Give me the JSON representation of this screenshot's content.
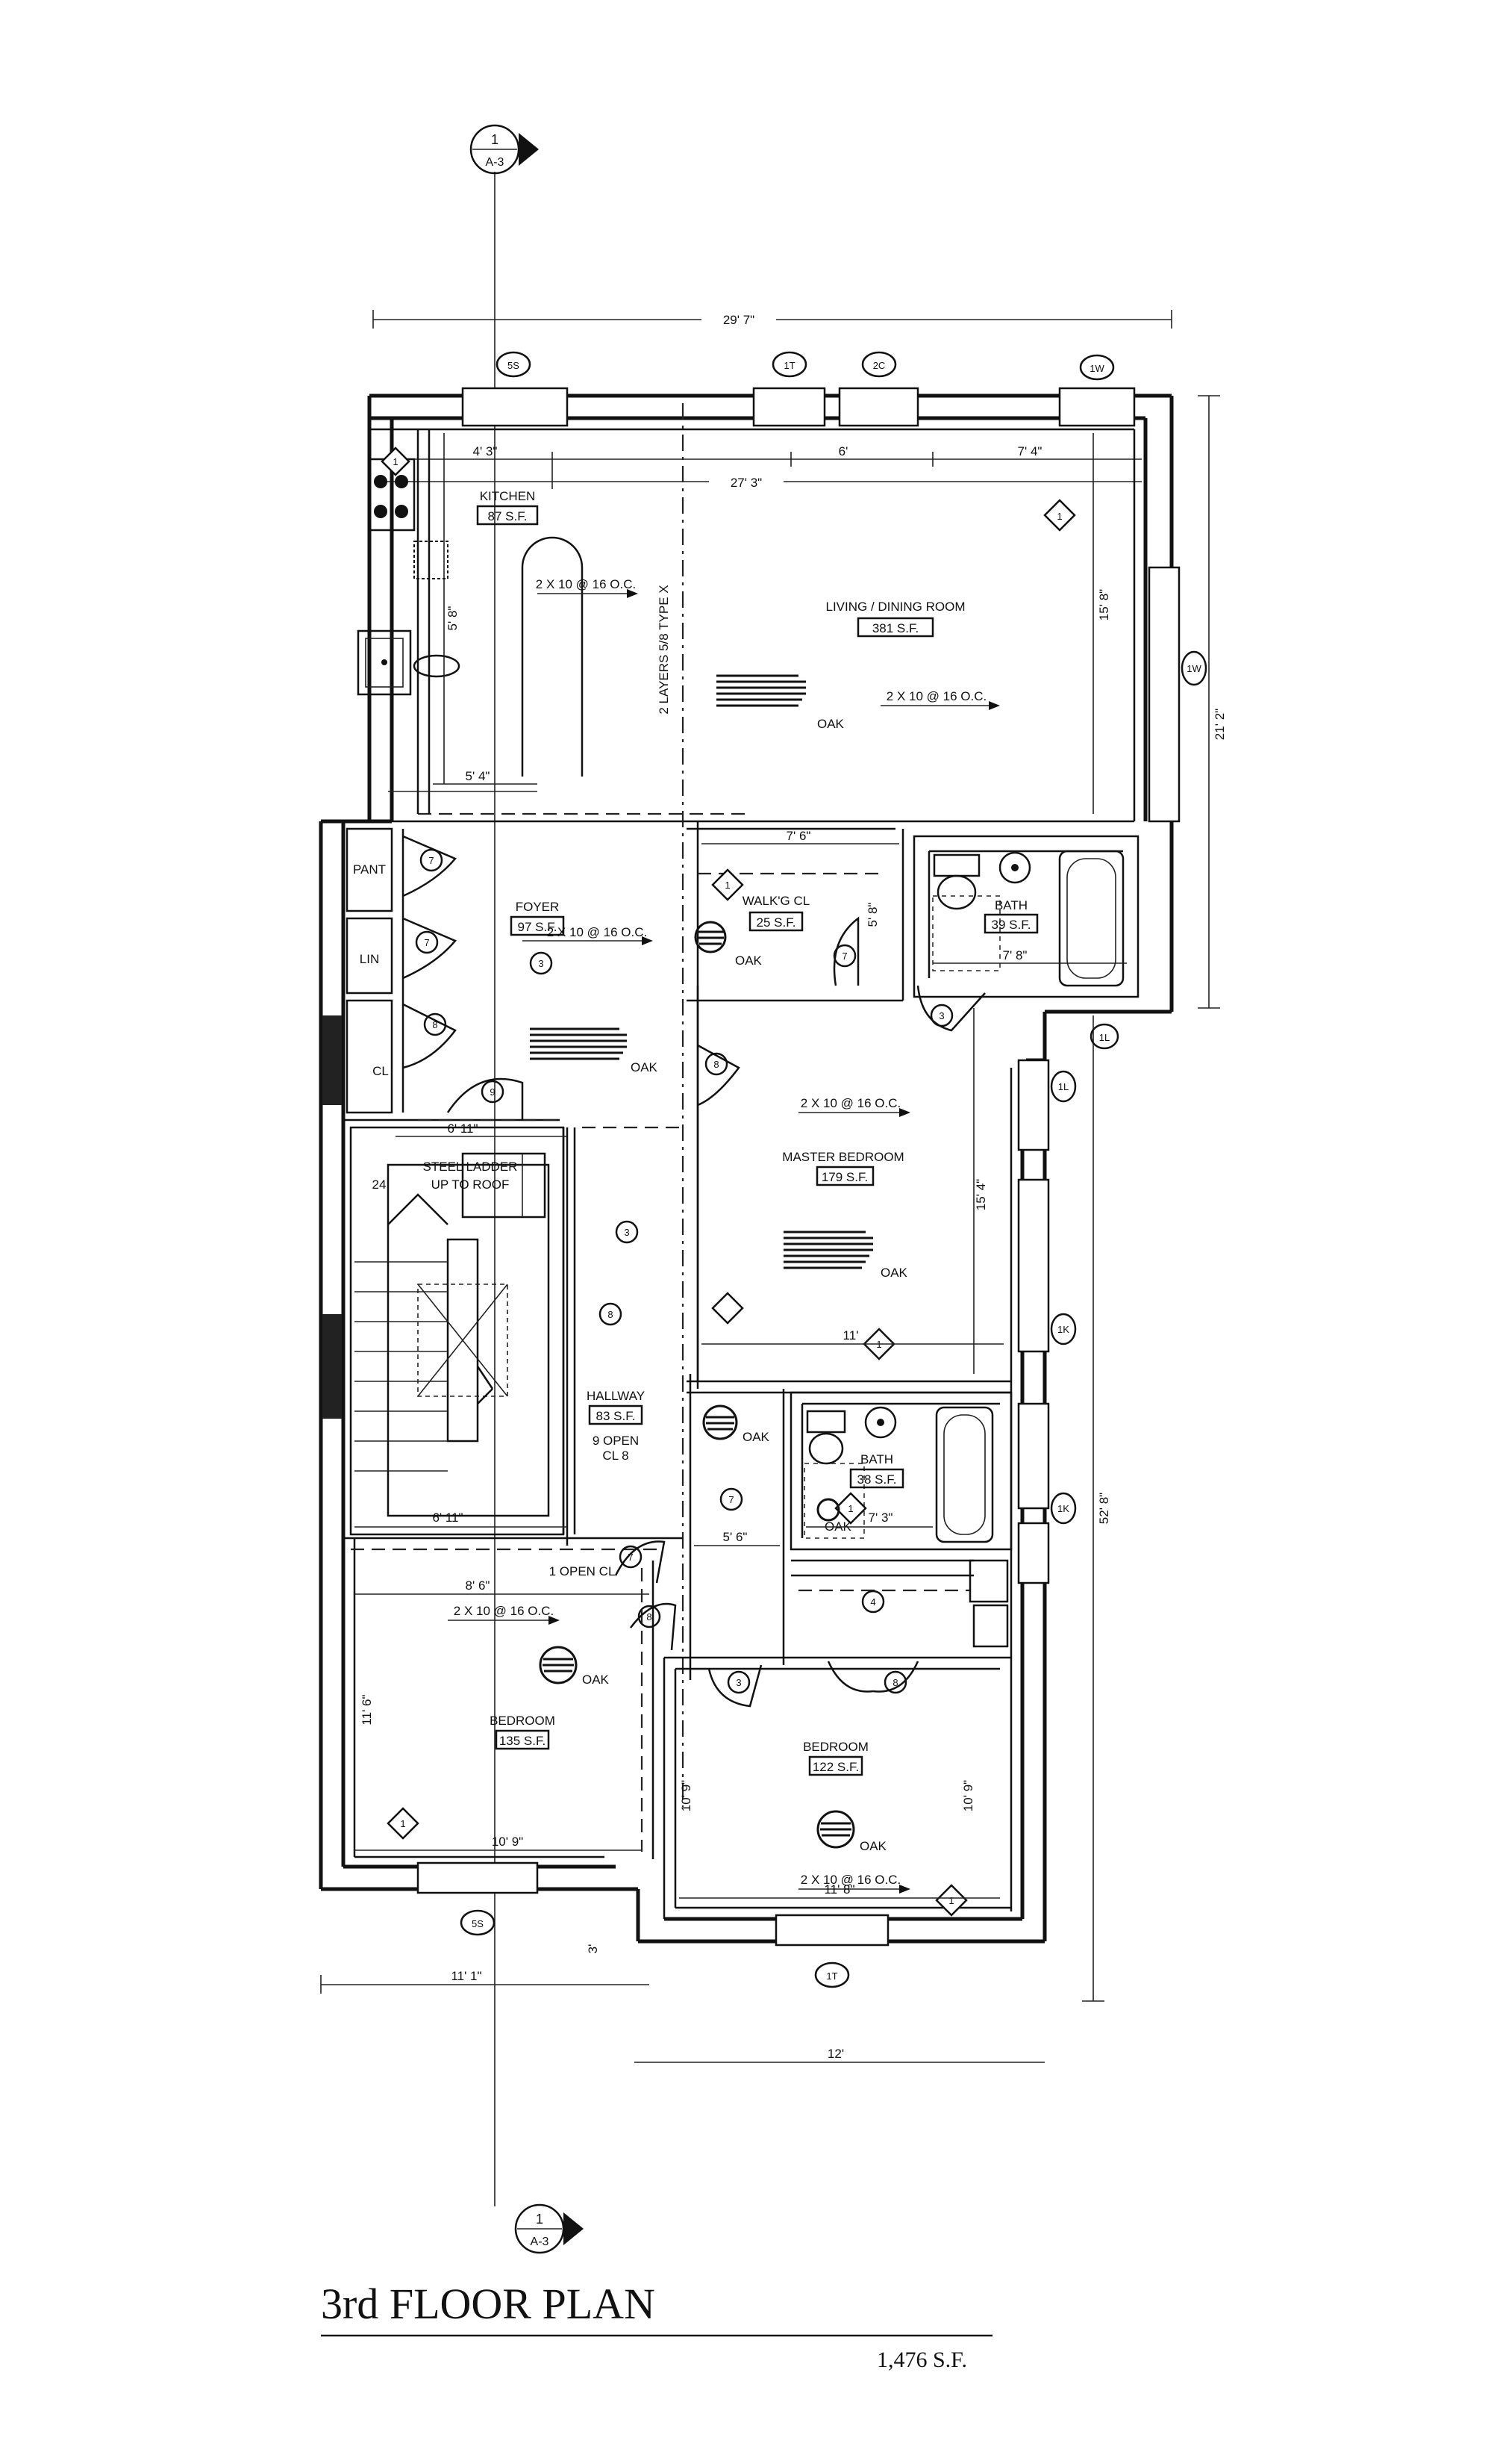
{
  "drawing": {
    "title": "3rd FLOOR PLAN",
    "area": "1,476 S.F."
  },
  "section_marker": {
    "number": "1",
    "sheet": "A-3"
  },
  "dimensions": {
    "overall_width_top": "29' 7\"",
    "interior_width": "27' 3\"",
    "top_seg_1": "4' 3\"",
    "top_seg_2": "6'",
    "top_seg_3": "7' 4\"",
    "right_overall_upper": "21' 2\"",
    "right_overall_lower": "52' 8\"",
    "living_height": "15' 8\"",
    "kitchen_width": "5' 8\"",
    "kitchen_seg": "5' 4\"",
    "closet_width": "7' 6\"",
    "closet_depth": "5' 8\"",
    "bath1_width": "7' 8\"",
    "foyer_to_stair": "6' 11\"",
    "stair_lower": "6' 11\"",
    "hall_width": "5' 6\"",
    "bath2_width": "7' 3\"",
    "master_width": "11'",
    "master_height": "15' 4\"",
    "bedroom1_width": "8' 6\"",
    "bedroom1_bottom": "10' 9\"",
    "bedroom1_height": "11' 6\"",
    "bedroom2_width": "11' 8\"",
    "bedroom2_height_l": "10' 9\"",
    "bedroom2_height_r": "10' 9\"",
    "bottom_left": "11' 1\"",
    "bottom_right": "12'",
    "bottom_offset": "3'",
    "ceiling_note": "2 LAYERS 5/8 TYPE X"
  },
  "rooms": {
    "kitchen": {
      "name": "KITCHEN",
      "area": "87 S.F."
    },
    "living": {
      "name": "LIVING / DINING ROOM",
      "area": "381 S.F.",
      "floor": "OAK"
    },
    "walkin": {
      "name": "WALK'G CL",
      "area": "25 S.F.",
      "floor": "OAK"
    },
    "bath1": {
      "name": "BATH",
      "area": "39 S.F."
    },
    "foyer": {
      "name": "FOYER",
      "area": "97 S.F.",
      "floor": "OAK"
    },
    "stair": {
      "name": "STEEL LADDER",
      "note": "UP TO ROOF",
      "risers": "24"
    },
    "master": {
      "name": "MASTER BEDROOM",
      "area": "179 S.F.",
      "floor": "OAK"
    },
    "hallway": {
      "name": "HALLWAY",
      "area": "83 S.F.",
      "note": "9 OPEN",
      "note2": "CL 8"
    },
    "bath2": {
      "name": "BATH",
      "area": "38 S.F."
    },
    "bedroom1": {
      "name": "BEDROOM",
      "area": "135 S.F.",
      "floor": "OAK"
    },
    "bedroom2": {
      "name": "BEDROOM",
      "area": "122 S.F.",
      "floor": "OAK"
    },
    "cl_oak": "OAK",
    "bath2_oak": "OAK",
    "open_cl": "1 OPEN CL",
    "pantry": "PANT",
    "linen": "LIN",
    "clos": "CL"
  },
  "joists": {
    "kitchen": "2 X 10 @ 16 O.C.",
    "living": "2 X 10 @ 16 O.C.",
    "foyer": "2 X 10 @ 16 O.C.",
    "master": "2 X 10 @ 16 O.C.",
    "bedroom1": "2 X 10 @ 16 O.C.",
    "bedroom2": "2 X 10 @ 16 O.C."
  },
  "window_tags": [
    "5S",
    "1T",
    "2C",
    "1W",
    "1W",
    "1L",
    "1L",
    "1K",
    "1K",
    "5S",
    "1T"
  ],
  "door_tags": [
    "7",
    "7",
    "8",
    "9",
    "8",
    "7",
    "3",
    "3",
    "3",
    "8",
    "7",
    "7",
    "3",
    "8",
    "8",
    "4"
  ],
  "diamond_tags": [
    "1",
    "1",
    "1",
    "1",
    "1",
    "1",
    "1"
  ]
}
